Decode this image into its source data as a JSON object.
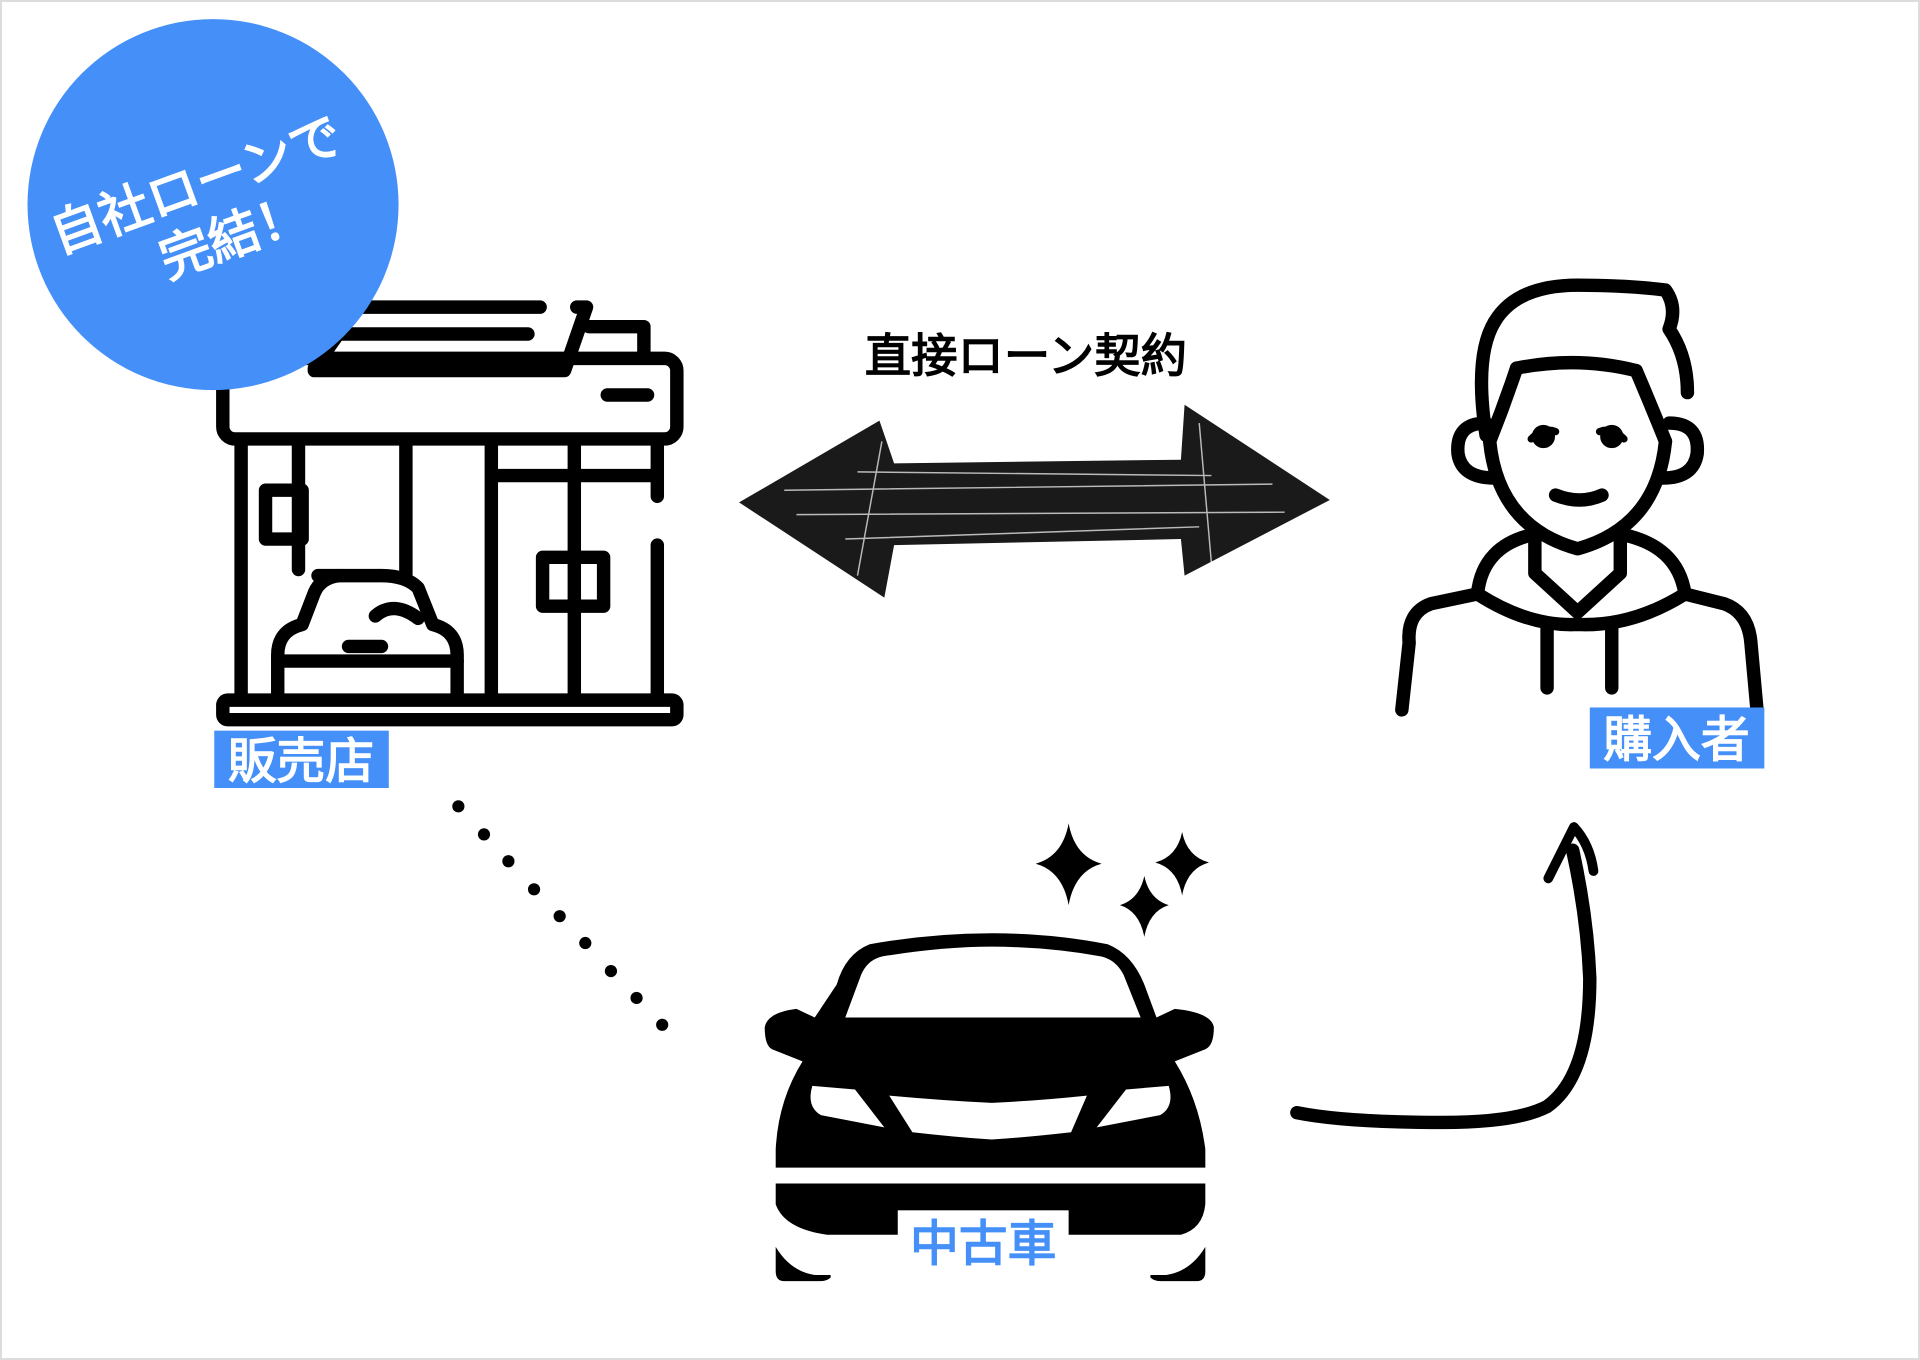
{
  "badge": {
    "line1": "自社ローンで",
    "line2": "完結！"
  },
  "labels": {
    "dealer": "販売店",
    "contract": "直接ローン契約",
    "buyer": "購入者",
    "used_car": "中古車"
  },
  "colors": {
    "accent": "#448ff8",
    "ink": "#000000",
    "background": "#ffffff"
  },
  "icons": [
    "store-icon",
    "double-arrow-icon",
    "person-icon",
    "car-icon",
    "sparkle-icon",
    "curved-arrow-icon",
    "dotted-line"
  ]
}
